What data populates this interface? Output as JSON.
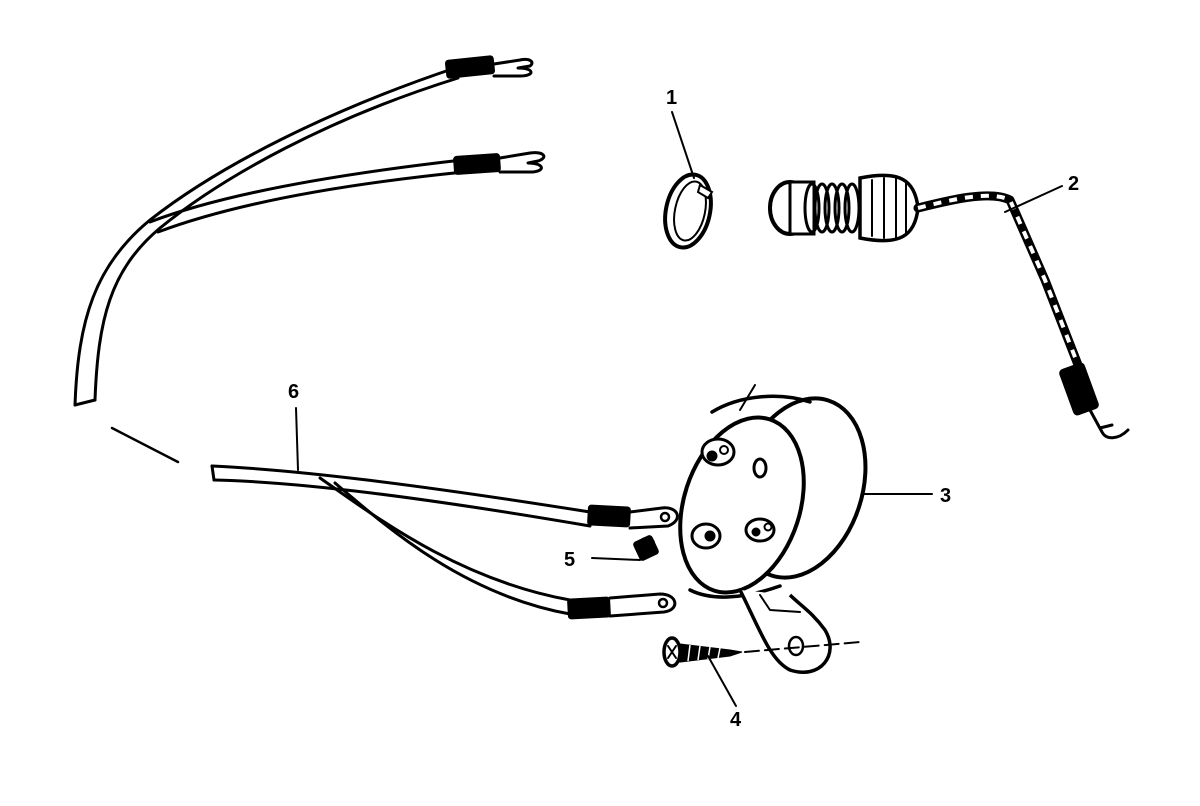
{
  "diagram": {
    "callouts": [
      {
        "id": "1",
        "label": "1"
      },
      {
        "id": "2",
        "label": "2"
      },
      {
        "id": "3",
        "label": "3"
      },
      {
        "id": "4",
        "label": "4"
      },
      {
        "id": "5",
        "label": "5"
      },
      {
        "id": "6",
        "label": "6"
      }
    ],
    "colors": {
      "ink": "#000000",
      "background": "#ffffff"
    }
  }
}
